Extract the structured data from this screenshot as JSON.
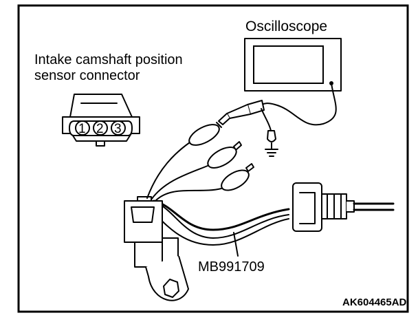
{
  "labels": {
    "oscilloscope": "Oscilloscope",
    "sensor_line1": "Intake camshaft position",
    "sensor_line2": "sensor connector",
    "harness": "MB991709",
    "figure_code": "AK604465AD"
  },
  "connector_pins": [
    "1",
    "2",
    "3"
  ]
}
